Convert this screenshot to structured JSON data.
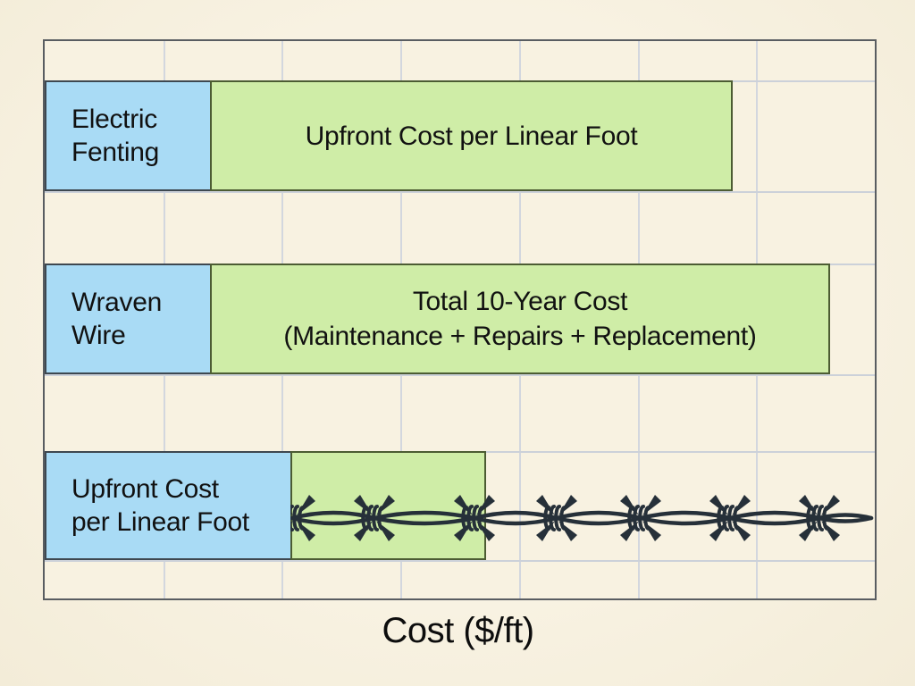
{
  "figure": {
    "xlabel": "Cost ($/ft)"
  },
  "rows": [
    {
      "category_line1": "Electric",
      "category_line2": "Fenting",
      "bar_line1": "Upfront Cost per Linear Foot",
      "bar_line2": ""
    },
    {
      "category_line1": "Wraven",
      "category_line2": "Wire",
      "bar_line1": "Total 10-Year Cost",
      "bar_line2": "(Maintenance + Repairs + Replacement)"
    },
    {
      "category_line1": "Upfront Cost",
      "category_line2": "per Linear Foot",
      "bar_line1": "",
      "bar_line2": ""
    }
  ],
  "chart_data": {
    "type": "bar",
    "orientation": "horizontal",
    "title": "",
    "xlabel": "Cost ($/ft)",
    "ylabel": "",
    "categories": [
      "Electric Fenting",
      "Wraven Wire",
      "Upfront Cost per Linear Foot"
    ],
    "series": [
      {
        "name": "category label box (blue)",
        "values_fraction_of_axis": [
          0.2,
          0.2,
          0.3
        ]
      },
      {
        "name": "cost bar (green)",
        "values_fraction_of_axis": [
          0.83,
          0.95,
          0.53
        ]
      }
    ],
    "bar_annotations": [
      "Upfront Cost per Linear Foot",
      "Total 10-Year Cost (Maintenance + Repairs + Replacement)",
      ""
    ],
    "x_axis": {
      "tick_labels": [],
      "numeric_scale_shown": false,
      "gridline_columns": 7
    },
    "grid": true,
    "legend": null,
    "decorations": [
      "barbed-wire illustration running across third row to right edge of plot"
    ]
  },
  "colors": {
    "background": "#f8f2e2",
    "plot_background": "#f8f2e1",
    "blue_box_fill": "#a9dbf5",
    "blue_box_border": "#3e4850",
    "green_bar_fill": "#cfeda7",
    "green_bar_border": "#4c5c33",
    "gridline": "#ced3da",
    "plot_border": "#595d61",
    "barbed_wire": "#263039",
    "text": "#111111"
  },
  "icons": {
    "barbed_wire_illustration": "barbed-wire"
  }
}
